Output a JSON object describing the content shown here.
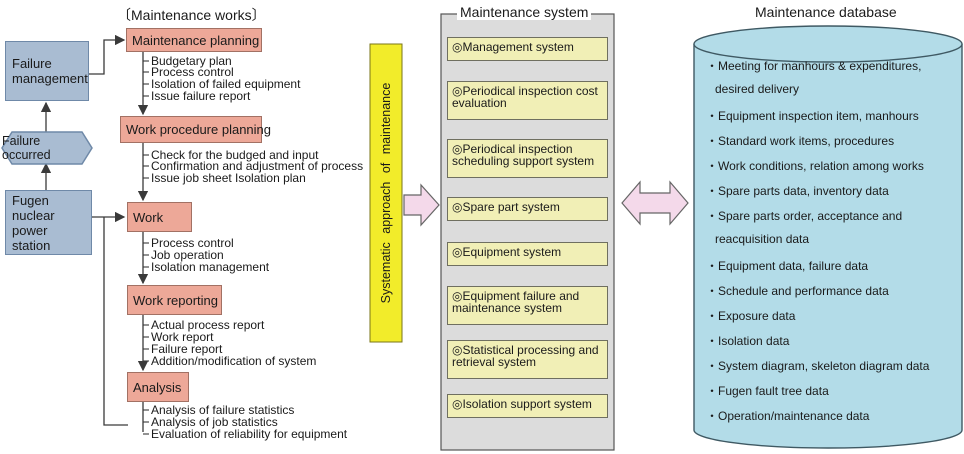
{
  "maintenance_works": {
    "title": "〔Maintenance works〕",
    "failure_management": "Failure management",
    "failure_occurred": "Failure occurred",
    "power_station": "Fugen nuclear power station",
    "steps": [
      {
        "label": "Maintenance planning",
        "details": [
          "Budgetary plan",
          "Process control",
          "Isolation of failed equipment",
          "Issue failure report"
        ]
      },
      {
        "label": "Work procedure planning",
        "details": [
          "Check for the budged and input",
          "Confirmation and adjustment of process",
          "Issue job sheet Isolation plan"
        ]
      },
      {
        "label": "Work",
        "details": [
          "Process control",
          "Job operation",
          "Isolation management"
        ]
      },
      {
        "label": "Work reporting",
        "details": [
          "Actual process report",
          "Work report",
          "Failure report",
          "Addition/modification of system"
        ]
      },
      {
        "label": "Analysis",
        "details": [
          "Analysis of failure statistics",
          "Analysis of job statistics",
          "Evaluation of reliability for equipment"
        ]
      }
    ]
  },
  "systematic_label": "Systematic approach of maintenance",
  "maintenance_system": {
    "title": "Maintenance system",
    "items": [
      "◎Management system",
      "◎Periodical inspection cost evaluation",
      "◎Periodical inspection scheduling support system",
      "◎Spare part system",
      "◎Equipment system",
      "◎Equipment failure and maintenance system",
      "◎Statistical processing and retrieval system",
      "◎Isolation support system"
    ]
  },
  "maintenance_database": {
    "title": "Maintenance database",
    "items": [
      "・Meeting for manhours & expenditures,",
      "desired delivery",
      "・Equipment inspection item, manhours",
      "・Standard work items, procedures",
      "・Work conditions, relation among works",
      "・Spare parts data, inventory data",
      "・Spare parts order, acceptance and",
      "reacquisition data",
      "・Equipment data, failure data",
      "・Schedule and performance data",
      "・Exposure data",
      "・Isolation data",
      "・System diagram, skeleton diagram data",
      "・Fugen fault tree data",
      "・Operation/maintenance data"
    ]
  },
  "colors": {
    "blue_box": "#a9bcd2",
    "step_box": "#eda898",
    "yellow_bar": "#f2ec2a",
    "system_panel": "#dcdcdc",
    "system_item": "#f1efb6",
    "database": "#b3dce8",
    "arrow_fill": "#f4d9ea"
  }
}
